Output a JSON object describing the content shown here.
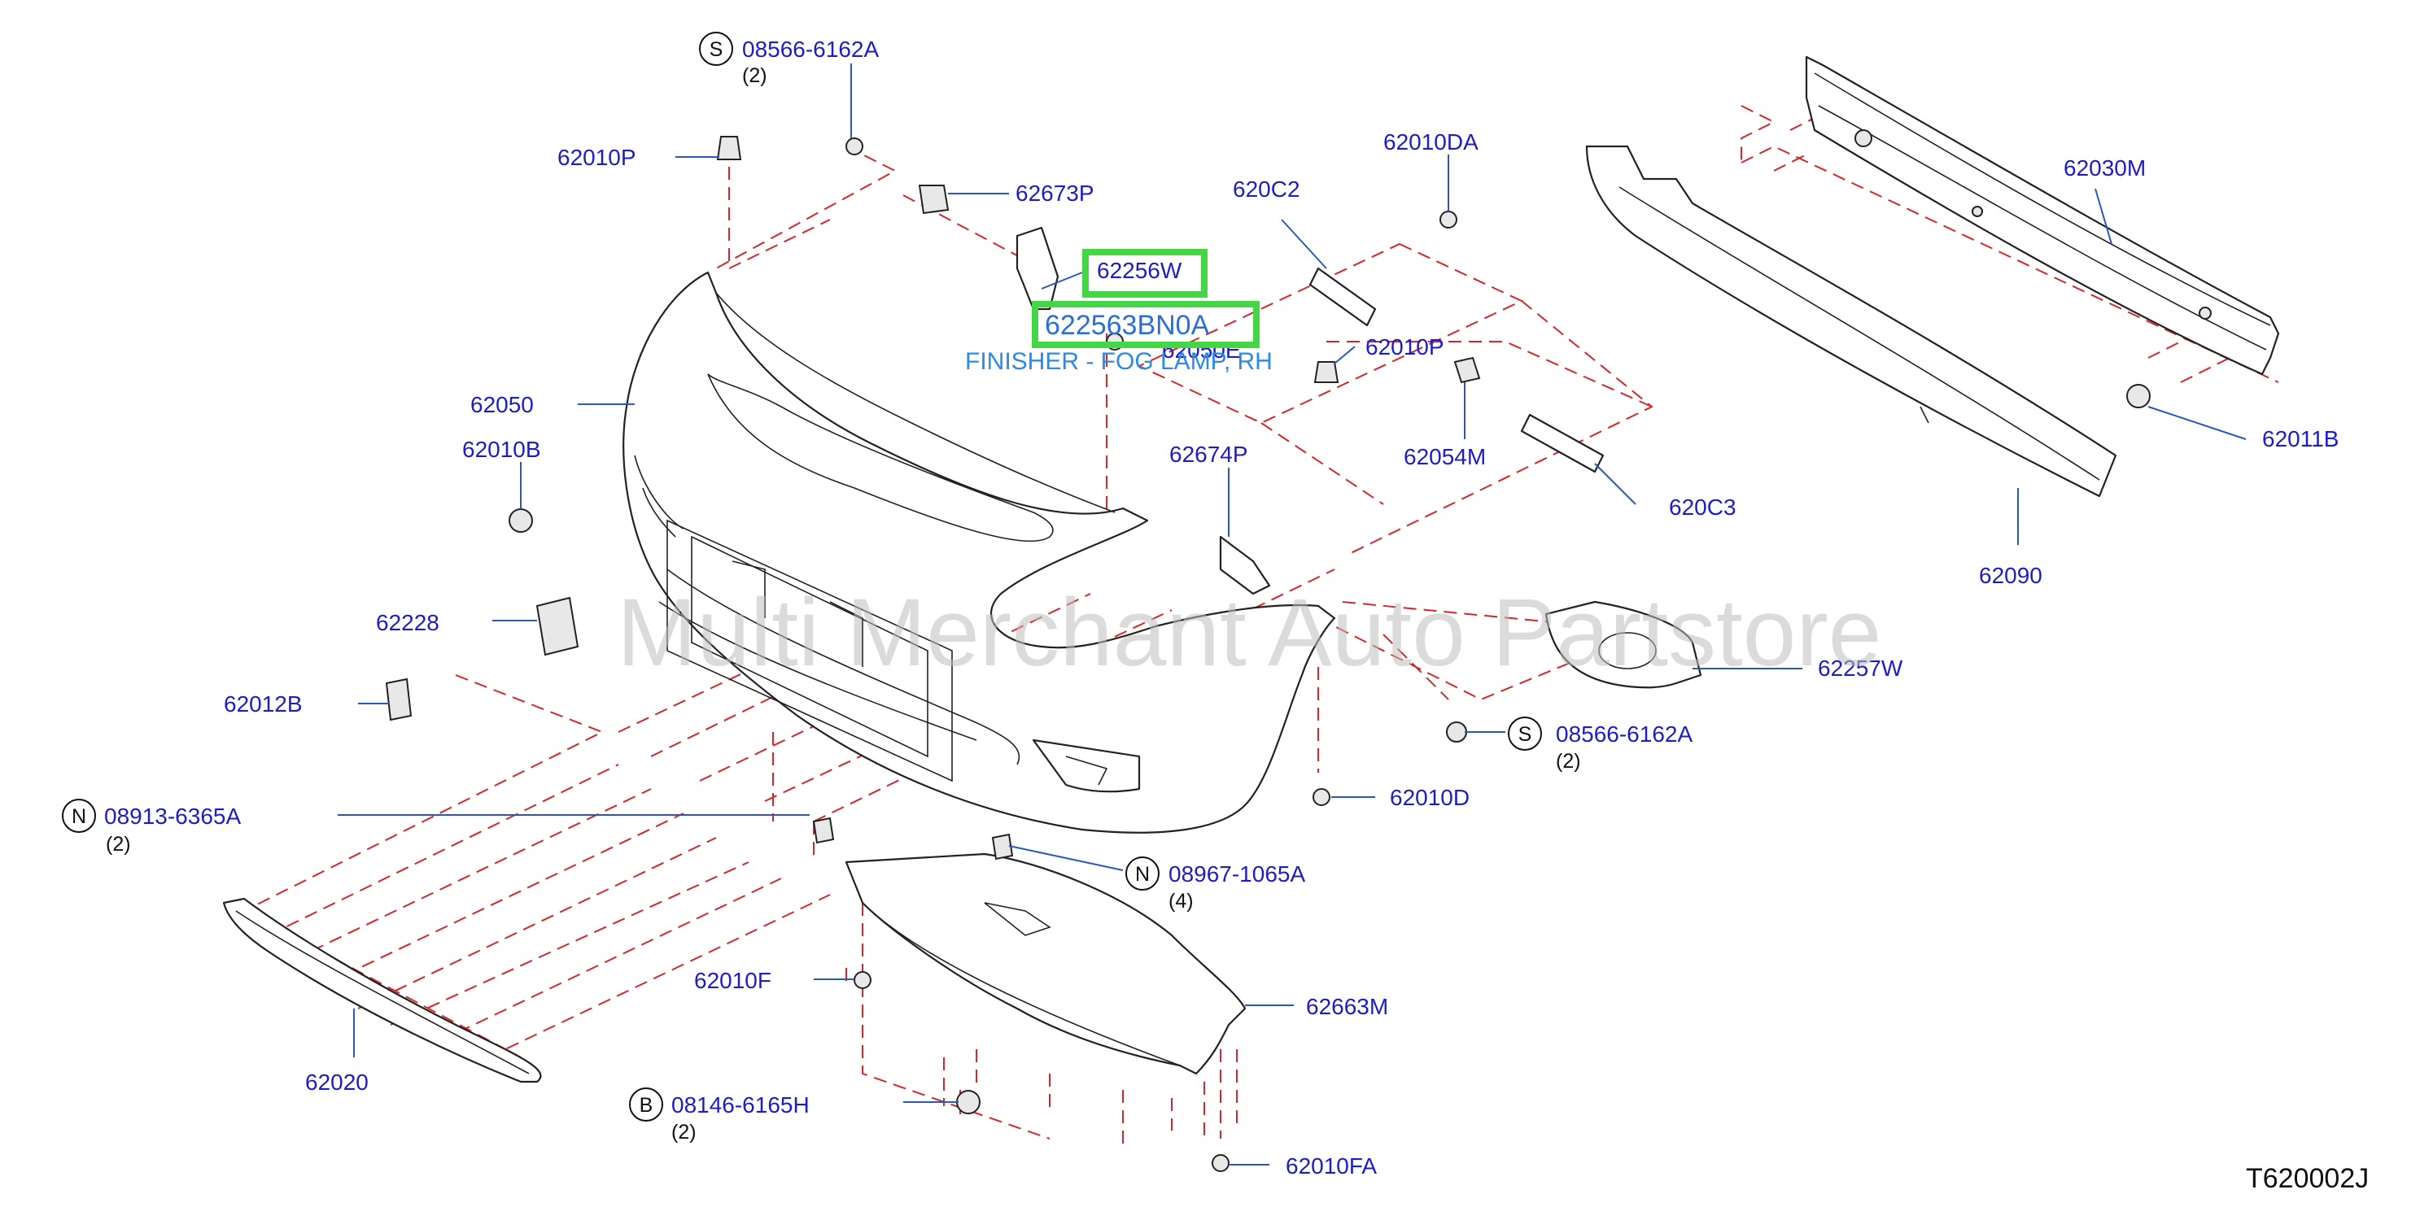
{
  "diagram": {
    "code": "T620002J",
    "watermark": "Multi Merchant Auto Partstore",
    "highlight": {
      "part_number": "622563BN0A",
      "description": "FINISHER - FOG LAMP, RH",
      "box_color": "#44d644"
    },
    "labels": {
      "l_62010P_a": "62010P",
      "l_08566_a": "08566-6162A",
      "l_08566_a_qty": "(2)",
      "l_62673P": "62673P",
      "l_62256W": "62256W",
      "l_62050E": "62050E",
      "l_62050": "62050",
      "l_62010B": "62010B",
      "l_62228": "62228",
      "l_62012B": "62012B",
      "l_08913": "08913-6365A",
      "l_08913_qty": "(2)",
      "l_62020": "62020",
      "l_62010F": "62010F",
      "l_08146": "08146-6165H",
      "l_08146_qty": "(2)",
      "l_62010FA": "62010FA",
      "l_62663M": "62663M",
      "l_08967": "08967-1065A",
      "l_08967_qty": "(4)",
      "l_62010D": "62010D",
      "l_08566_b": "08566-6162A",
      "l_08566_b_qty": "(2)",
      "l_62257W": "62257W",
      "l_62674P": "62674P",
      "l_62010P_b": "62010P",
      "l_62054M": "62054M",
      "l_620C2": "620C2",
      "l_62010DA": "62010DA",
      "l_620C3": "620C3",
      "l_62090": "62090",
      "l_62030M": "62030M",
      "l_62011B": "62011B"
    },
    "symbols": {
      "s_a": "S",
      "s_b": "S",
      "n_a": "N",
      "n_b": "N",
      "b_a": "B"
    }
  }
}
